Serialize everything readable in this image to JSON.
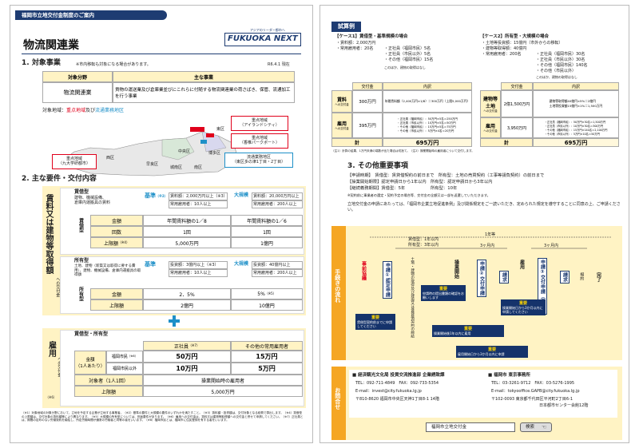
{
  "left": {
    "header_tag": "福岡市立地交付金制度のご案内",
    "brand_small": "アジアのリーダー都市へ",
    "brand": "FUKUOKA NEXT",
    "title": "物流関連業",
    "date": "R6.4.1 現在",
    "s1": {
      "heading": "1. 対象事業",
      "note": "※市内移転も対象になる場合があります。",
      "col1": "対象分野",
      "col2": "主な事業",
      "field": "物流関連業",
      "business": "貨物の運送業及び倉庫業並びにこれらに付随する物流関連業の荷さばき、保管、流通加工を行う事業"
    },
    "area": {
      "label": "対象地域：",
      "key1": "重点地域",
      "and": "及び",
      "key2": "流通業務地区",
      "c1": "重点地域\n（アイランドシティ）",
      "c2": "重点地域\n（香椎パークポート）",
      "c3": "重点地域\n（九大学研都市）",
      "c4": "流通業務地区\n（東区多の津1丁目・2丁目）",
      "m1": "東区",
      "m2": "博多区",
      "m3": "西区",
      "m4": "中央区",
      "m5": "早良区",
      "m6": "城南区",
      "m7": "南区"
    },
    "s2": {
      "heading": "2. 主な要件・交付内容",
      "sidebar_main": "賃料又は建物等取得額",
      "sidebar_sub": "への交付金",
      "lease_type": "賃借型",
      "lease_title": "賃借型",
      "lease_reqs": "建物、機械設備、\n倉庫内運搬具の賃料",
      "std_label": "基準",
      "std_note": "（※2）",
      "std_ex1": "賃料額：2,000万円以上（※3）",
      "std_ex2": "常用雇用者：10人以上",
      "large_label": "大規模",
      "large_ex1": "賃料額：20,000万円以上",
      "large_ex2": "常用雇用者：200人以上",
      "row_amount": "金額",
      "row_times": "回数",
      "row_cap": "上限額",
      "row_cap_note": "（※4）",
      "std_amount": "年間賃料額の1／8",
      "std_times": "1回",
      "std_cap": "5,000万円",
      "large_amount": "年間賃料額の1／6",
      "large_times": "1回",
      "large_cap": "1億円",
      "own_type": "所有型",
      "own_title": "所有型",
      "own_reqs": "土地、建物（新築又は取得に要する費用）、建物、機械設備、倉庫内運搬具の取得額",
      "own_std_ex1": "投資額：3億円以上（※3）",
      "own_std_ex2": "常用雇用者：10人以上",
      "own_large_ex1": "投資額：40億円以上",
      "own_large_ex2": "常用雇用者：200人以上",
      "own_std_pct": "2．5%",
      "own_std_cap": "2億円",
      "own_large_pct": "5%",
      "own_large_pct_note": "（※5）",
      "own_large_cap": "10億円"
    },
    "emp": {
      "sidebar_main": "雇用",
      "sidebar_sub": "への交付金",
      "sidebar_note": "（※6）",
      "title": "賃借型・所有型",
      "col_reg": "正社員",
      "col_reg_note": "（※7）",
      "col_other": "その他の常用雇用者",
      "amount_label": "金額\n（1人あたり）",
      "citizen": "福岡市民",
      "citizen_note": "（※8）",
      "noncitizen": "福岡市民以外",
      "v1": "50万円",
      "v2": "15万円",
      "v3": "10万円",
      "v4": "5万円",
      "target_label": "対象者（1人1回）",
      "target_val": "操業開始時の雇用者",
      "cap_label": "上限額",
      "cap_val": "5,000万円"
    },
    "footnotes": "（※1）対象地域の対象分野において、立地を予定する企業が立地する事業者。（※2）基準の要件と大規模の要件のいずれかを満たすこと。（※3）賃料額・投資額は、交付対象となる経費で算出します。（※4）賃借型の上限額は、交付対象の賃料額等により異なります。（※5）大規模の所有型については、別途要件があります。（※6）雇用への交付金は、賃料又は建物等取得額への交付金と併せて申請してください。（※7）正社員とは、期間の定めのない労働契約を締結し、所定労働時間が通常の労働者と同等の者をいいます。（※8）福岡市民とは、福岡市に住民登録を有する者をいいます。"
  },
  "right": {
    "ex_heading": "試算例",
    "case1": {
      "title": "【ケース1】賃借型・基準規模の場合",
      "l1": "・賃料額：2,000万円",
      "l2": "・常用雇用者：20名",
      "e1": "・正社員（福岡市民）5名",
      "e2": "・正社員（市民以外）5名",
      "e3": "・その他（福岡市民）15名",
      "note": "このほか、建物の取得はなし"
    },
    "case2": {
      "title": "【ケース2】所有型・大規模の場合",
      "l1": "・土地等投資額：15億円（市外からの移転）",
      "l2": "・建物等取得額：40億円",
      "l3": "・常用雇用者：200名",
      "e1": "・正社員（福岡市民）30名",
      "e2": "・正社員（市民以外）30名",
      "e3": "・その他（福岡市民）140名",
      "e4": "・その他（市民以外）",
      "note": "このほか、建物の取得はなし"
    },
    "tbl": {
      "h_amount": "交付金",
      "h_detail": "内訳",
      "c1_r1_label": "賃料",
      "c1_r1_sub": "への交付金",
      "c1_r1_amt": "300万円",
      "c1_r1_det": "年間賃料額（2,400万円×1/8）＝300万円（上限5,000万円）",
      "c1_r2_label": "雇用",
      "c1_r2_sub": "への交付金",
      "c1_r2_amt": "395万円",
      "c1_r2_det": "・正社員（福岡市民）：50万円×5名＝250万円\n・正社員（市民以外）：10万円×5名＝50万円\n・その他（福岡市民）：15万円×5名＝75万円\n・その他（市民以外）：5万円×4名＝20万円",
      "c1_total_label": "計",
      "c1_total": "695万円",
      "c2_r1_label": "建物等\n土地",
      "c2_r1_sub": "への交付金",
      "c2_r1_amt": "2億1,500万円",
      "c2_r1_det": "建物等取得額40億円×5%＝2億円\n土地等投資額15億円×1%＝1,500万円",
      "c2_r2_label": "雇用",
      "c2_r2_sub": "への交付金",
      "c2_r2_amt": "3,950万円",
      "c2_r2_det": "・正社員（福岡市民）：50万円×30名＝1,500万円\n・正社員（市民以外）：10万円×30名＝300万円\n・その他（福岡市民）：15万円×140名＝2,100万円\n・その他（市民以外）：5万円×10名＝50万円",
      "c2_total_label": "計",
      "c2_total": "695万円"
    },
    "tbl_notes": "（注1）計算の結果、1万円未満の端数が出た場合は切捨て。（注2）操業開始時の雇用者について交付します。",
    "s3": {
      "heading": "3. その他重要事項",
      "l1": "【申請時期】　賃借型：賃貸借契約の前日まで　所有型：土地の売買契約（工事等請負契約）の前日まで",
      "l2": "【操業開始期限】認定申請日から1年以内　所有型：認定申請日から3年以内",
      "l3": "【継続義務期間】賃借型：5年　　　　　　所有型：10年",
      "l4": "※契約前に事業者の選定・契約予定の場合等、交付金の全額又は一部を返還していただきます。",
      "l5": "立地交付金の申請にあたっては、「福岡市企業立地促進条例」及び関係規定をご一読いただき、定められた規定を遵守することに同意の上、ご申請ください。"
    },
    "flow": {
      "side": "手続きの流れ",
      "top_label": "1年等",
      "sub1": "賃借型：1年以内",
      "sub2": "所有型：3年以内",
      "sub3": "3ヶ月内",
      "sub4": "3ヶ月内",
      "step1": "事前協議",
      "step2": "申請①認定申請",
      "step3": "土地・建物の取得及び建設又は賃貸借契約の締結",
      "step4": "操業開始",
      "step5": "申請②交付申請",
      "step6": "請求",
      "step7": "雇用",
      "step8": "申請③交付申請（雇用）",
      "step9": "請求",
      "step10": "規約",
      "step11": "完了",
      "imp": "重要",
      "imp1": "賃借型契約前までに申請してください",
      "imp2": "申請時の提出書類の確認をお願いします",
      "imp3": "操業開始日から3か月以内に申請してください",
      "imp4": "操業開始後1年以内に雇用",
      "imp5": "雇用開始日から3か月以内に申請"
    },
    "contact": {
      "side": "お問合せ",
      "l_org": "■ 経済観光文化局 投資交流推進部 企業誘致課",
      "l_tel": "TEL：092-711-4849　FAX：092-733-5354",
      "l_mail": "E-mail：invest@city.fukuoka.lg.jp",
      "l_addr": "〒810-8620 福岡市中央区天神1丁目8-1 14階",
      "r_org": "■ 福岡市 東京事務所",
      "r_tel": "TEL：03-3261-9712　FAX：03-5276-1995",
      "r_mail": "E-mail：tokyooffice.GAPB@city.fukuoka.lg.jp",
      "r_addr": "〒102-0093 東京都千代田区平河町2丁目6-1",
      "r_addr2": "日本都市センター会館12階",
      "search_text": "福岡市立地交付金",
      "search_btn": "検索"
    }
  }
}
